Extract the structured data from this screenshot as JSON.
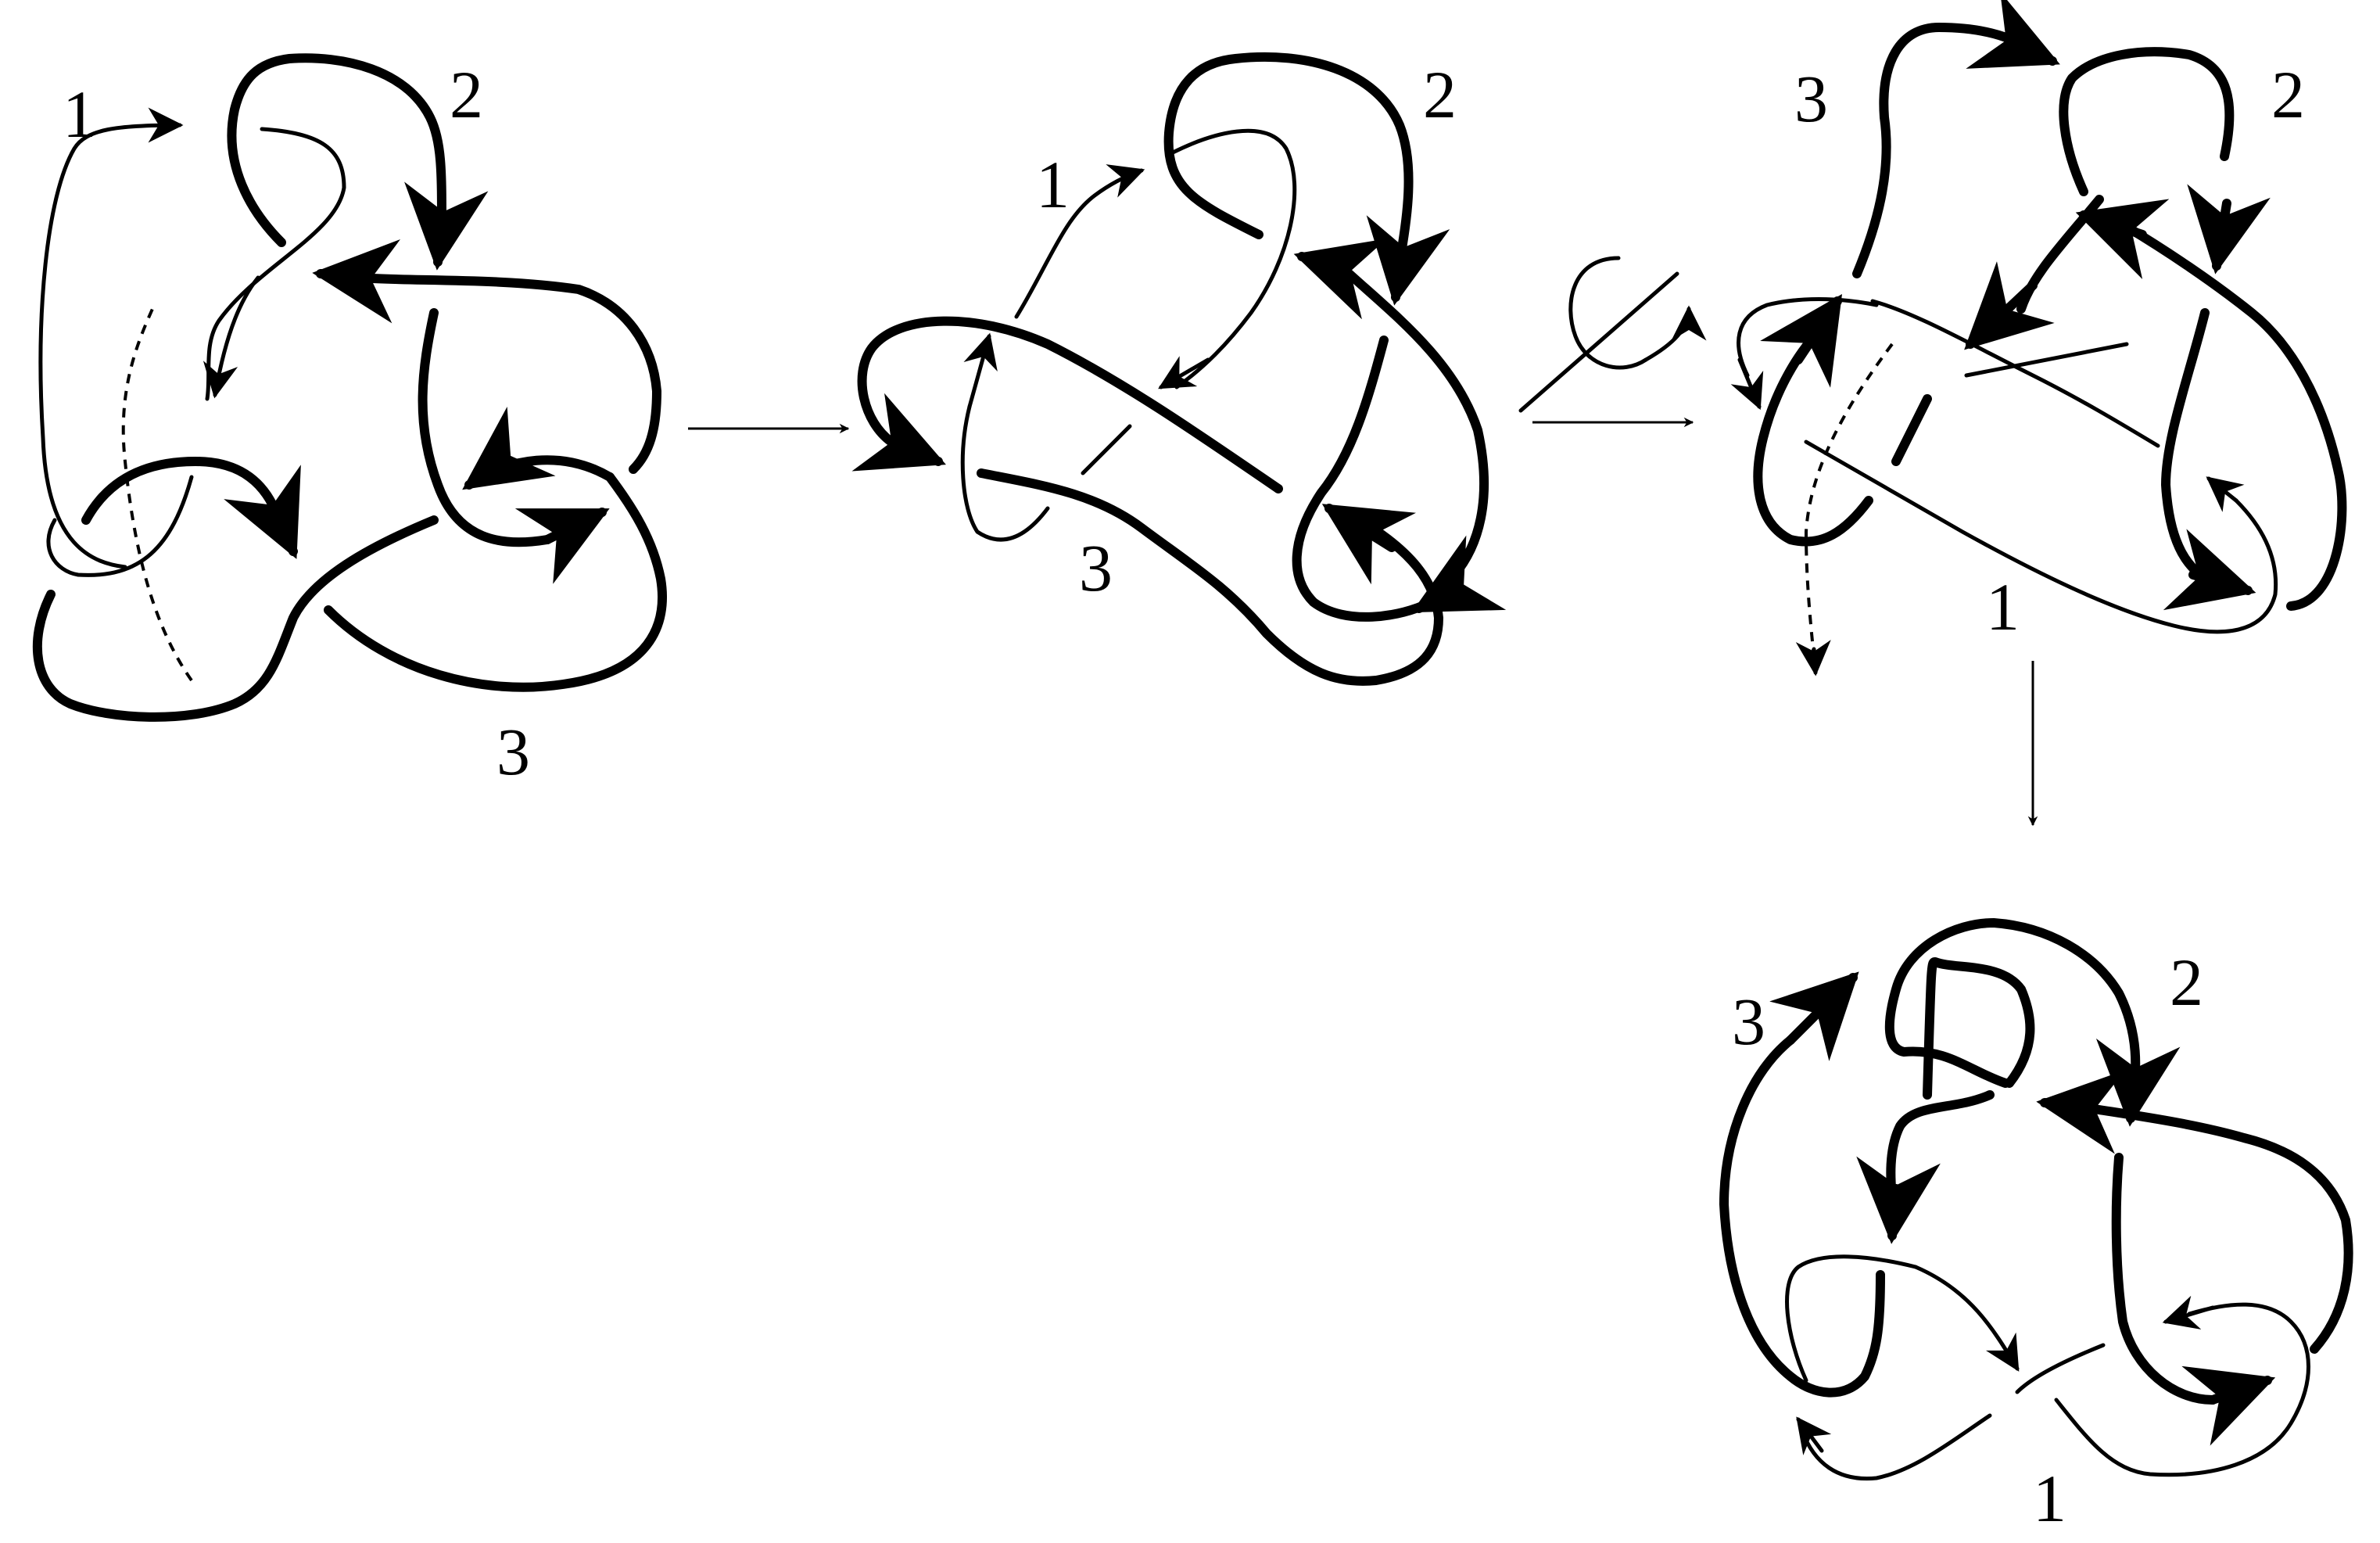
{
  "diagram": {
    "panels": [
      {
        "id": "panel-1",
        "labels": [
          "1",
          "2",
          "3"
        ]
      },
      {
        "id": "panel-2",
        "labels": [
          "1",
          "2",
          "3"
        ]
      },
      {
        "id": "panel-3",
        "labels": [
          "3",
          "2",
          "1"
        ]
      },
      {
        "id": "panel-4",
        "labels": [
          "3",
          "2",
          "1"
        ]
      }
    ]
  }
}
